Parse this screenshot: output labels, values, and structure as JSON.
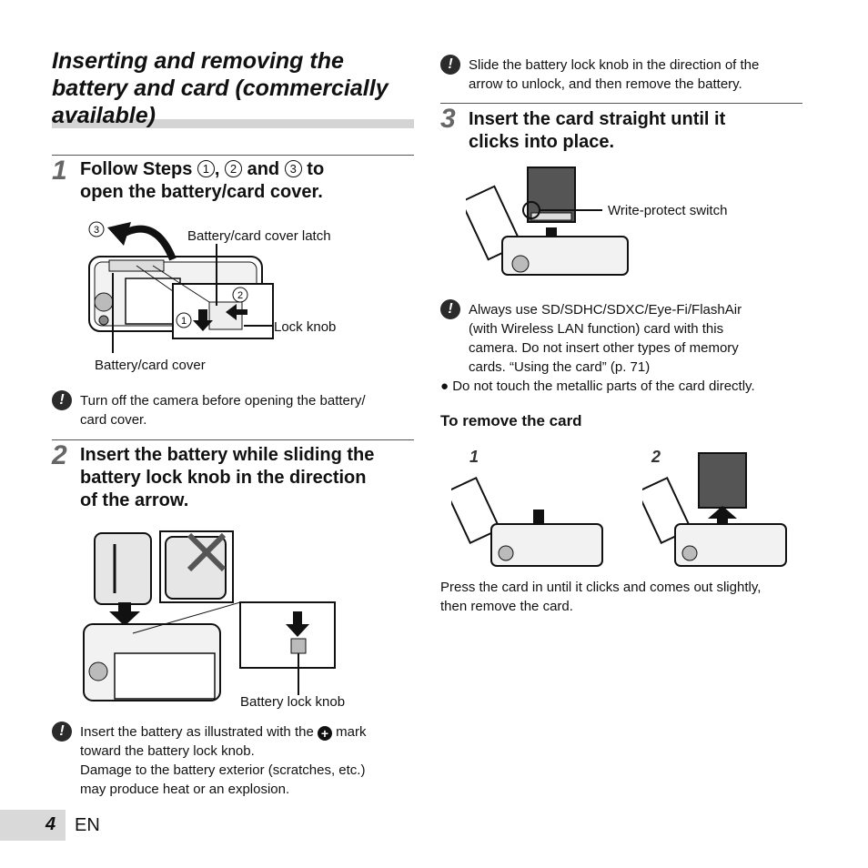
{
  "title": {
    "line1": "Inserting and removing the",
    "line2": "battery and card (commercially",
    "line3": "available)"
  },
  "step1": {
    "number": "1",
    "text_a": "Follow Steps",
    "c1": "1",
    "comma1": ",",
    "c2": "2",
    "and": "and",
    "c3": "3",
    "text_b": "to",
    "line2": "open the battery/card cover.",
    "fig": {
      "label_latch": "Battery/card cover latch",
      "label_lock": "Lock knob",
      "label_cover": "Battery/card cover",
      "c1": "1",
      "c2": "2",
      "c3": "3"
    },
    "note": {
      "icon": "!",
      "line1": "Turn off the camera before opening the battery/",
      "line2": "card cover."
    }
  },
  "step2": {
    "number": "2",
    "line1": "Insert the battery while sliding the",
    "line2": "battery lock knob in the direction",
    "line3": "of the arrow.",
    "fig": {
      "label_knob": "Battery lock knob"
    },
    "note": {
      "icon": "!",
      "line1a": "Insert the battery as illustrated with the",
      "line1b": "mark",
      "line2": "toward the battery lock knob.",
      "line3": "Damage to the battery exterior (scratches, etc.)",
      "line4": "may produce heat or an explosion."
    }
  },
  "right": {
    "note_unlock": {
      "icon": "!",
      "line1": "Slide the battery lock knob in the direction of the",
      "line2": "arrow to unlock, and then remove the battery."
    },
    "step3": {
      "number": "3",
      "line1": "Insert the card straight until it",
      "line2": "clicks into place.",
      "fig": {
        "label_wp": "Write-protect switch"
      }
    },
    "note_card": {
      "icon": "!",
      "line1": "Always use SD/SDHC/SDXC/Eye-Fi/FlashAir",
      "line2": "(with Wireless LAN function) card with this",
      "line3": "camera. Do not insert other types of memory",
      "line4": "cards. “Using the card” (p. 71)"
    },
    "bullet": "● Do not touch the metallic parts of the card directly.",
    "remove": {
      "heading": "To remove the card",
      "num1": "1",
      "num2": "2",
      "line1": "Press the card in until it clicks and comes out slightly,",
      "line2": "then remove the card."
    }
  },
  "footer": {
    "page": "4",
    "lang": "EN"
  },
  "colors": {
    "title_bar": "#d4d4d4",
    "step_number": "#666666",
    "page_box": "#d9d9d9"
  }
}
